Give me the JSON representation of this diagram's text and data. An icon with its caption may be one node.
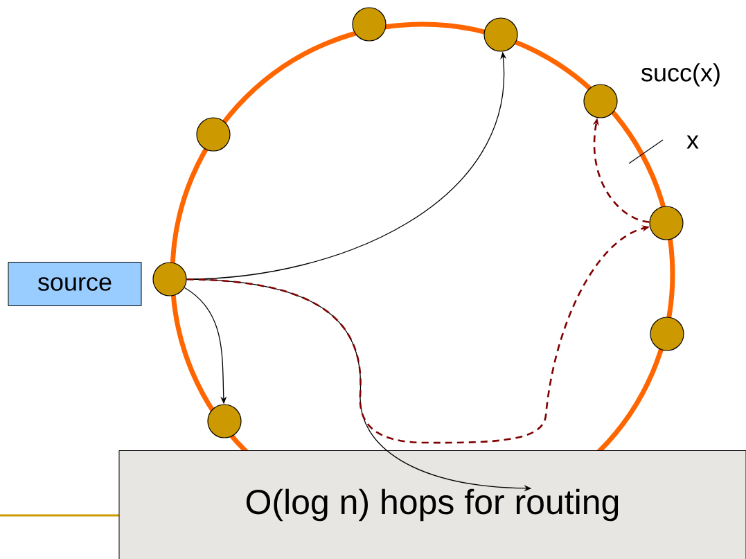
{
  "diagram": {
    "nodes": [
      {
        "text": [
          "source"
        ]
      },
      {
        "text": [],
        "shape": "circle"
      },
      {
        "text": [],
        "shape": "circle"
      },
      {
        "text": [],
        "shape": "circle"
      },
      {
        "text": [],
        "shape": "circle"
      },
      {
        "text": [],
        "shape": "circle"
      },
      {
        "text": [],
        "shape": "circle",
        "beside": [
          "succ(x)"
        ]
      },
      {
        "text": [],
        "shape": "circle"
      },
      {
        "text": [],
        "shape": "circle"
      },
      {
        "text": [
          "O(log n) hops for routing"
        ]
      }
    ],
    "edges": [
      {
        "from": 1,
        "to": 5,
        "arrow": "to"
      },
      {
        "from": 1,
        "to": 3,
        "arrow": "to"
      },
      {
        "from": 1,
        "to": 9,
        "arrow": "to"
      },
      {
        "from": 1,
        "to": 7,
        "arrow": "to",
        "style": "dashed",
        "color": "#800000"
      },
      {
        "from": 7,
        "to": 6,
        "arrow": "to",
        "style": "dashed",
        "color": "#800000"
      }
    ],
    "labels": [
      "x"
    ]
  }
}
